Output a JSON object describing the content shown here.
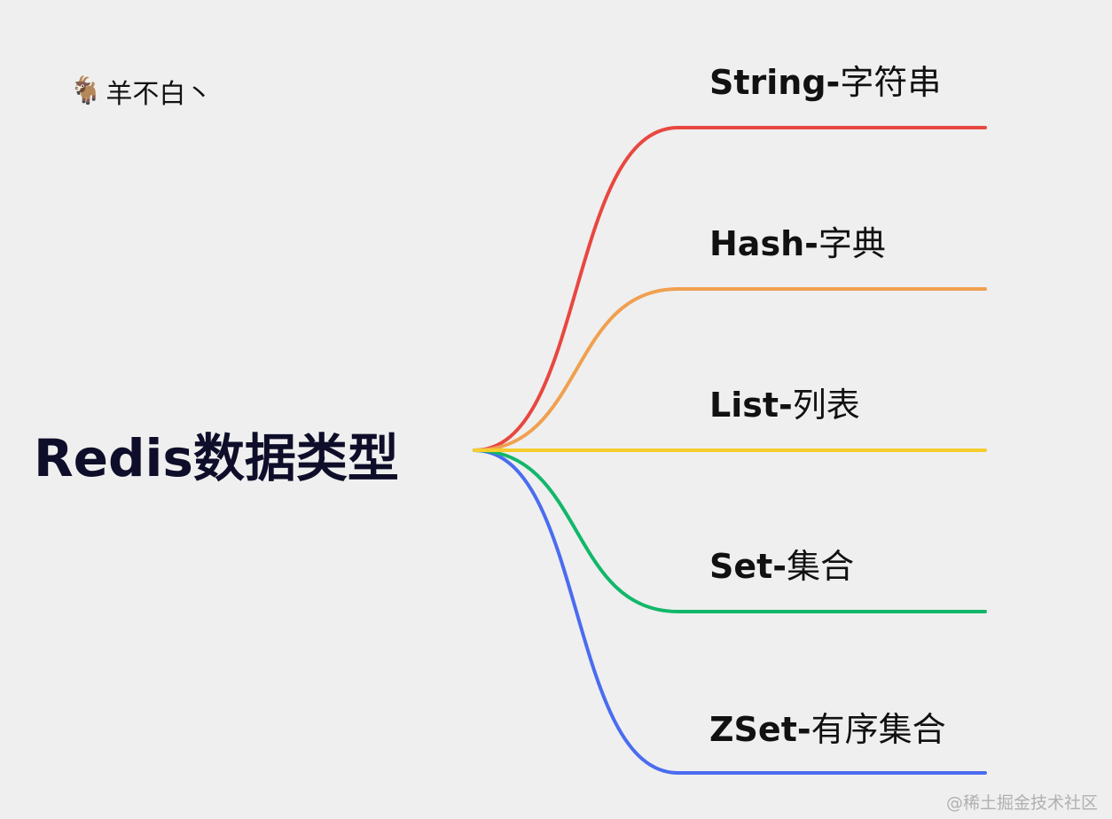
{
  "author": {
    "icon": "goat-icon",
    "name": "羊不白丶"
  },
  "root": {
    "title": "Redis数据类型"
  },
  "branches": [
    {
      "en": "String-",
      "cn": "字符串",
      "color": "#e8473f"
    },
    {
      "en": "Hash-",
      "cn": "字典",
      "color": "#f0a050"
    },
    {
      "en": "List-",
      "cn": "列表",
      "color": "#f5cd2c"
    },
    {
      "en": "Set-",
      "cn": "集合",
      "color": "#12b76a"
    },
    {
      "en": "ZSet-",
      "cn": "有序集合",
      "color": "#4a6cf0"
    }
  ],
  "watermark": "@稀土掘金技术社区"
}
